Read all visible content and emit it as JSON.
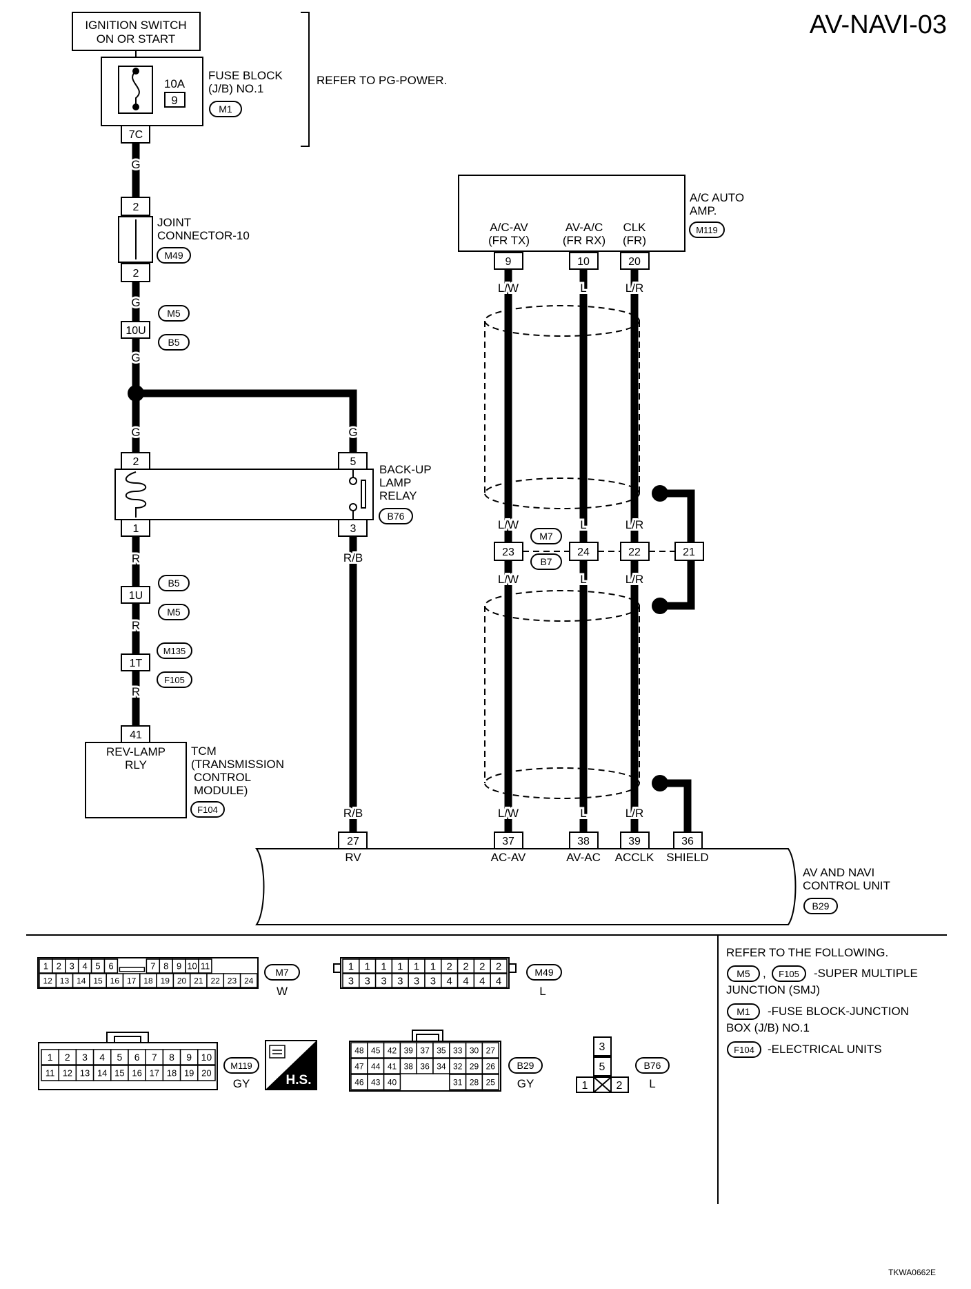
{
  "title": "AV-NAVI-03",
  "footer_code": "TKWA0662E",
  "power": {
    "ignition_line1": "IGNITION SWITCH",
    "ignition_line2": "ON OR START",
    "fuse_amp": "10A",
    "fuse_no": "9",
    "fuse_block_line1": "FUSE BLOCK",
    "fuse_block_line2": "(J/B) NO.1",
    "fuse_block_conn": "M1",
    "terminal": "7C",
    "refer_text": "REFER TO PG-POWER."
  },
  "joint": {
    "pin_top": "2",
    "pin_bottom": "2",
    "line1": "JOINT",
    "line2": "CONNECTOR-10",
    "conn": "M49"
  },
  "wire_colors": {
    "g": "G",
    "r": "R",
    "rb": "R/B",
    "lw": "L/W",
    "l": "L",
    "lr": "L/R"
  },
  "smj_upper": {
    "pin": "10U",
    "conn_a": "M5",
    "conn_b": "B5"
  },
  "relay": {
    "pin_tl": "2",
    "pin_bl": "1",
    "pin_tr": "5",
    "pin_br": "3",
    "line1": "BACK-UP",
    "line2": "LAMP",
    "line3": "RELAY",
    "conn": "B76"
  },
  "smj_lower": {
    "pin": "1U",
    "conn_a": "B5",
    "conn_b": "M5"
  },
  "tcm_joint": {
    "pin": "1T",
    "conn_a": "M135",
    "conn_b": "F105"
  },
  "tcm": {
    "pin": "41",
    "inner1": "REV-LAMP",
    "inner2": "RLY",
    "line1": "TCM",
    "line2": "(TRANSMISSION",
    "line3": "CONTROL",
    "line4": "MODULE)",
    "conn": "F104"
  },
  "ac_amp": {
    "line1": "A/C AUTO",
    "line2": "AMP.",
    "conn": "M119",
    "sig1_a": "A/C-AV",
    "sig1_b": "(FR TX)",
    "pin1": "9",
    "sig2_a": "AV-A/C",
    "sig2_b": "(FR RX)",
    "pin2": "10",
    "sig3_a": "CLK",
    "sig3_b": "(FR)",
    "pin3": "20"
  },
  "mid_joint": {
    "conn_a": "M7",
    "conn_b": "B7",
    "pins": [
      "23",
      "24",
      "22",
      "21"
    ]
  },
  "av_unit": {
    "line1": "AV AND NAVI",
    "line2": "CONTROL UNIT",
    "conn": "B29",
    "pins": [
      "27",
      "37",
      "38",
      "39",
      "36"
    ],
    "signals": [
      "RV",
      "AC-AV",
      "AV-AC",
      "ACCLK",
      "SHIELD"
    ]
  },
  "connectors": {
    "m7": {
      "row1": [
        "1",
        "2",
        "3",
        "4",
        "5",
        "6",
        "",
        "7",
        "8",
        "9",
        "10",
        "11"
      ],
      "row2": [
        "12",
        "13",
        "14",
        "15",
        "16",
        "17",
        "18",
        "19",
        "20",
        "21",
        "22",
        "23",
        "24"
      ],
      "name": "M7",
      "color": "W"
    },
    "m49": {
      "row1": [
        "1",
        "1",
        "1",
        "1",
        "1",
        "1",
        "2",
        "2",
        "2",
        "2"
      ],
      "row2": [
        "3",
        "3",
        "3",
        "3",
        "3",
        "3",
        "4",
        "4",
        "4",
        "4"
      ],
      "name": "M49",
      "color": "L"
    },
    "m119": {
      "row1": [
        "1",
        "2",
        "3",
        "4",
        "5",
        "6",
        "7",
        "8",
        "9",
        "10"
      ],
      "row2": [
        "11",
        "12",
        "13",
        "14",
        "15",
        "16",
        "17",
        "18",
        "19",
        "20"
      ],
      "name": "M119",
      "color": "GY"
    },
    "hs_label": "H.S.",
    "b29": {
      "row1": [
        "48",
        "45",
        "42",
        "39",
        "37",
        "35",
        "33",
        "30",
        "27"
      ],
      "row2": [
        "47",
        "44",
        "41",
        "38",
        "36",
        "34",
        "32",
        "29",
        "26"
      ],
      "row3": [
        "46",
        "43",
        "40",
        "31",
        "28",
        "25"
      ],
      "name": "B29",
      "color": "GY"
    },
    "b76": {
      "pins": [
        "3",
        "5",
        "1",
        "2"
      ],
      "name": "B76",
      "color": "L"
    }
  },
  "refer": {
    "heading": "REFER TO THE FOLLOWING.",
    "smj_conn1": "M5",
    "smj_sep": ",",
    "smj_conn2": "F105",
    "smj_text1": "-SUPER MULTIPLE",
    "smj_text2": "JUNCTION (SMJ)",
    "fb_conn": "M1",
    "fb_text1": "-FUSE BLOCK-JUNCTION",
    "fb_text2": "BOX (J/B) NO.1",
    "eu_conn": "F104",
    "eu_text": "-ELECTRICAL UNITS"
  }
}
